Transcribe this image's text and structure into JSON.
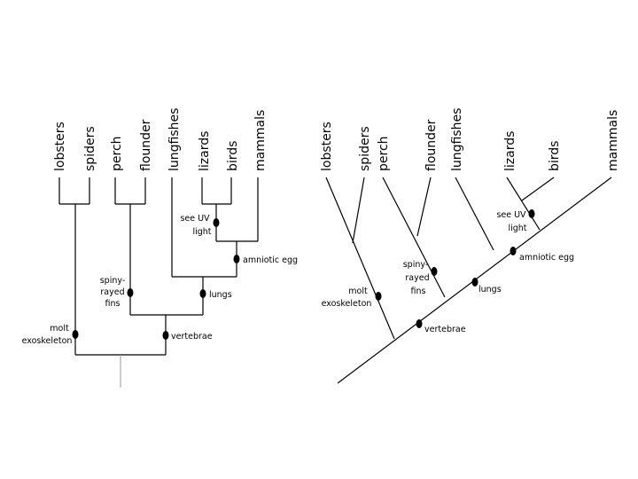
{
  "left_tree": {
    "taxa": [
      "lobsters",
      "spiders",
      "perch",
      "flounder",
      "lungfishes",
      "lizards",
      "birds",
      "mammals"
    ],
    "traits": {
      "uv": [
        "see UV",
        "light"
      ],
      "egg": [
        "amniotic egg"
      ],
      "lungs": [
        "lungs"
      ],
      "fins": [
        "spiny-",
        "rayed",
        "fins"
      ],
      "vert": [
        "vertebrae"
      ],
      "molt": [
        "molt",
        "exoskeleton"
      ]
    }
  },
  "right_tree": {
    "taxa": [
      "lobsters",
      "spiders",
      "perch",
      "flounder",
      "lungfishes",
      "lizards",
      "birds",
      "mammals"
    ],
    "traits": {
      "uv": [
        "see UV",
        "light"
      ],
      "egg": [
        "amniotic egg"
      ],
      "lungs": [
        "lungs"
      ],
      "fins": [
        "spiny-",
        "rayed",
        "fins"
      ],
      "vert": [
        "vertebrae"
      ],
      "molt": [
        "molt",
        "exoskeleton"
      ]
    }
  }
}
